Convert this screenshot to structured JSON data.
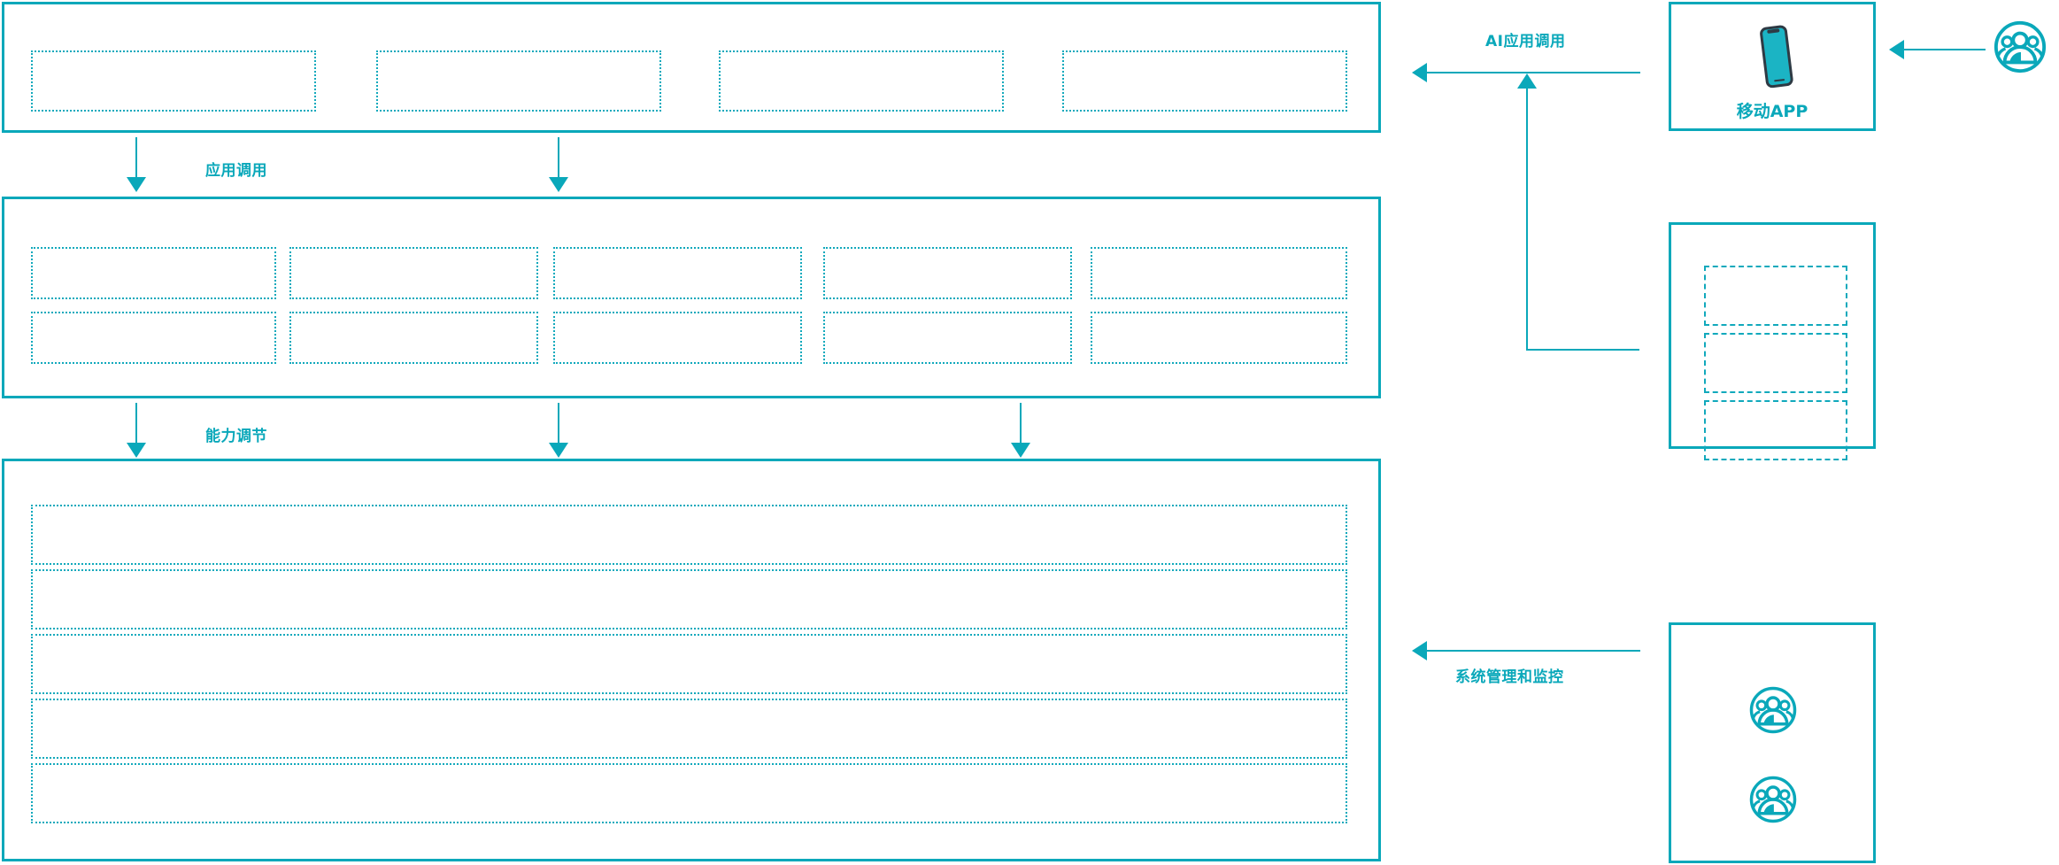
{
  "theme": {
    "accent": "#0AA8BA",
    "accent_dotted": "#11A9BC",
    "background": "#FFFFFF",
    "phone_body": "#1BB4C4",
    "phone_frame": "#2E3A44"
  },
  "flow_labels": {
    "app_call": "应用调用",
    "capability_adjust": "能力调节",
    "ai_app_call": "AI应用调用",
    "system_manage_monitor": "系统管理和监控"
  },
  "layers": {
    "application_layer": {
      "name": "application-layer",
      "slots": [
        {
          "id": "app-slot-1",
          "label": ""
        },
        {
          "id": "app-slot-2",
          "label": ""
        },
        {
          "id": "app-slot-3",
          "label": ""
        },
        {
          "id": "app-slot-4",
          "label": ""
        }
      ]
    },
    "capability_layer": {
      "name": "capability-layer",
      "columns": [
        {
          "id": "cap-col-1",
          "cells": [
            {
              "id": "cap-1-1",
              "label": ""
            },
            {
              "id": "cap-1-2",
              "label": ""
            }
          ]
        },
        {
          "id": "cap-col-2",
          "cells": [
            {
              "id": "cap-2-1",
              "label": ""
            },
            {
              "id": "cap-2-2",
              "label": ""
            }
          ]
        },
        {
          "id": "cap-col-3",
          "cells": [
            {
              "id": "cap-3-1",
              "label": ""
            },
            {
              "id": "cap-3-2",
              "label": ""
            }
          ]
        },
        {
          "id": "cap-col-4",
          "cells": [
            {
              "id": "cap-4-1",
              "label": ""
            },
            {
              "id": "cap-4-2",
              "label": ""
            }
          ]
        },
        {
          "id": "cap-col-5",
          "cells": [
            {
              "id": "cap-5-1",
              "label": ""
            },
            {
              "id": "cap-5-2",
              "label": ""
            }
          ]
        }
      ]
    },
    "infrastructure_layer": {
      "name": "infrastructure-layer",
      "rows": [
        {
          "id": "infra-row-1",
          "label": ""
        },
        {
          "id": "infra-row-2",
          "label": ""
        },
        {
          "id": "infra-row-3",
          "label": ""
        },
        {
          "id": "infra-row-4",
          "label": ""
        },
        {
          "id": "infra-row-5",
          "label": ""
        }
      ]
    }
  },
  "side_panels": {
    "mobile_app": {
      "name": "mobile-app-panel",
      "caption": "移动APP",
      "icon": "smartphone-icon"
    },
    "channel_list": {
      "name": "channel-list-panel",
      "caption": "",
      "slots": [
        {
          "id": "channel-slot-1",
          "label": ""
        },
        {
          "id": "channel-slot-2",
          "label": ""
        },
        {
          "id": "channel-slot-3",
          "label": ""
        }
      ]
    },
    "operations": {
      "name": "operations-panel",
      "caption": "",
      "icons": [
        {
          "id": "ops-user-icon-1",
          "icon": "user-group-circle-icon"
        },
        {
          "id": "ops-user-icon-2",
          "icon": "user-group-circle-icon"
        }
      ]
    },
    "end_user": {
      "name": "end-user-actor",
      "caption": "",
      "icon": "user-group-circle-icon"
    }
  }
}
